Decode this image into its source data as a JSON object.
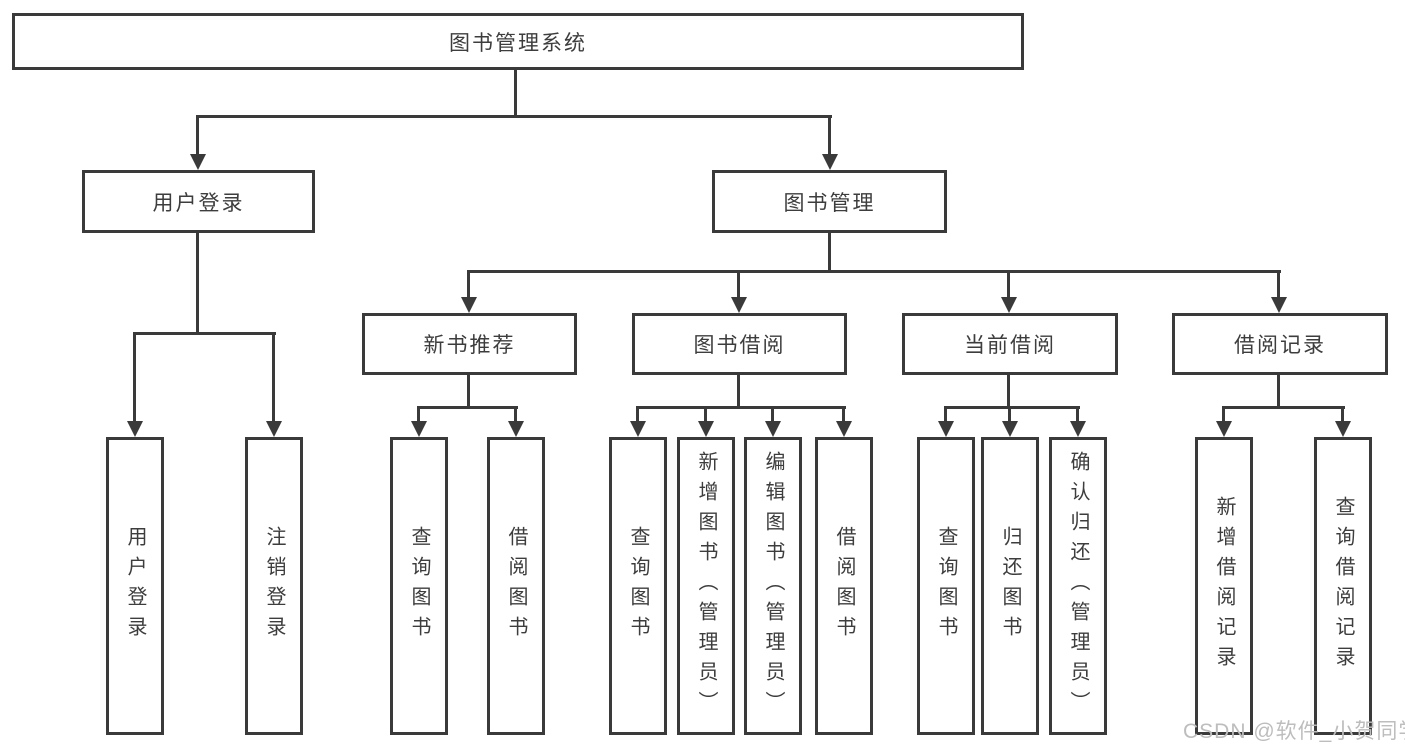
{
  "tree": {
    "root": {
      "label": "图书管理系统"
    },
    "branches": [
      {
        "label": "用户登录",
        "children": [
          {
            "label": "用户登录"
          },
          {
            "label": "注销登录"
          }
        ]
      },
      {
        "label": "图书管理",
        "groups": [
          {
            "label": "新书推荐",
            "children": [
              {
                "label": "查询图书"
              },
              {
                "label": "借阅图书"
              }
            ]
          },
          {
            "label": "图书借阅",
            "children": [
              {
                "label": "查询图书"
              },
              {
                "label": "新增图书（管理员）"
              },
              {
                "label": "编辑图书（管理员）"
              },
              {
                "label": "借阅图书"
              }
            ]
          },
          {
            "label": "当前借阅",
            "children": [
              {
                "label": "查询图书"
              },
              {
                "label": "归还图书"
              },
              {
                "label": "确认归还（管理员）"
              }
            ]
          },
          {
            "label": "借阅记录",
            "children": [
              {
                "label": "新增借阅记录"
              },
              {
                "label": "查询借阅记录"
              }
            ]
          }
        ]
      }
    ]
  },
  "watermark": {
    "text": "CSDN @软件_小贺同学"
  },
  "colors": {
    "line": "#3a3a3a",
    "border": "#3a3a3a",
    "text": "#3d3d3d",
    "watermark": "#bdbdbd",
    "background": "#ffffff"
  }
}
